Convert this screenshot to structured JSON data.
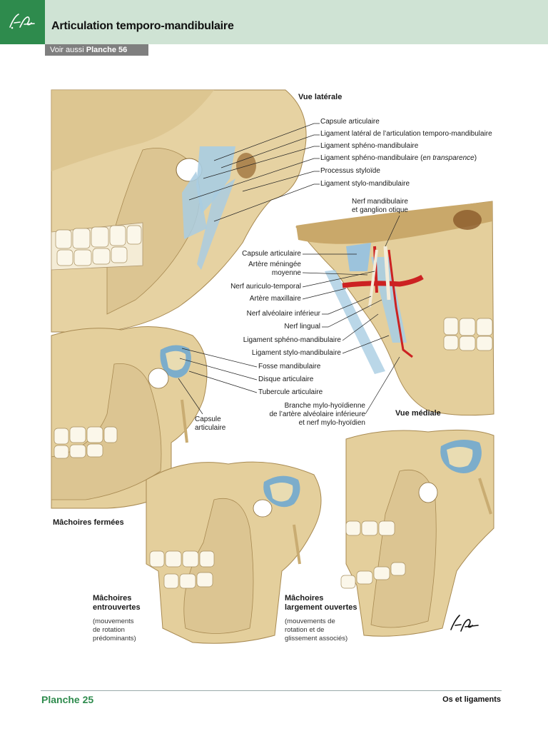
{
  "header": {
    "title": "Articulation temporo-mandibulaire",
    "see_also_prefix": "Voir aussi",
    "see_also_plate": "Planche 56",
    "logo_icon": "netter-signature-icon"
  },
  "lateral_view": {
    "heading": "Vue latérale",
    "labels": [
      "Capsule articulaire",
      "Ligament latéral de l’articulation temporo-mandibulaire",
      "Ligament sphéno-mandibulaire",
      "Ligament sphéno-mandibulaire (",
      "en transparence",
      ")",
      "Processus styloïde",
      "Ligament stylo-mandibulaire"
    ]
  },
  "medial_view": {
    "heading": "Vue médiale",
    "top_label_1": "Nerf mandibulaire",
    "top_label_2": "et ganglion otique",
    "labels": [
      "Capsule articulaire",
      "Artère méningée",
      "moyenne",
      "Nerf auriculo-temporal",
      "Artère maxillaire",
      "Nerf alvéolaire inférieur",
      "Nerf lingual",
      "Ligament sphéno-mandibulaire",
      "Ligament stylo-mandibulaire"
    ],
    "bottom_label_1": "Branche mylo-hyoïdienne",
    "bottom_label_2": "de l’artère alvéolaire inférieure",
    "bottom_label_3": "et nerf mylo-hyoïdien"
  },
  "closed": {
    "caption": "Mâchoires fermées",
    "labels": [
      "Fosse mandibulaire",
      "Disque articulaire",
      "Tubercule articulaire"
    ],
    "capsule_1": "Capsule",
    "capsule_2": "articulaire"
  },
  "half_open": {
    "title_1": "Mâchoires",
    "title_2": "entrouvertes",
    "note_1": "(mouvements",
    "note_2": "de rotation",
    "note_3": "prédominants)"
  },
  "wide_open": {
    "title_1": "Mâchoires",
    "title_2": "largement ouvertes",
    "note_1": "(mouvements de",
    "note_2": "rotation et de",
    "note_3": "glissement associés)"
  },
  "footer": {
    "plate": "Planche 25",
    "section": "Os et ligaments"
  },
  "colors": {
    "accent_green": "#2e8b4d",
    "header_bg": "#cfe3d4",
    "bone": "#e8d6a8",
    "bone_shade": "#c9ac72",
    "ligament_blue": "#9cc3dc",
    "artery_red": "#cc2222"
  }
}
